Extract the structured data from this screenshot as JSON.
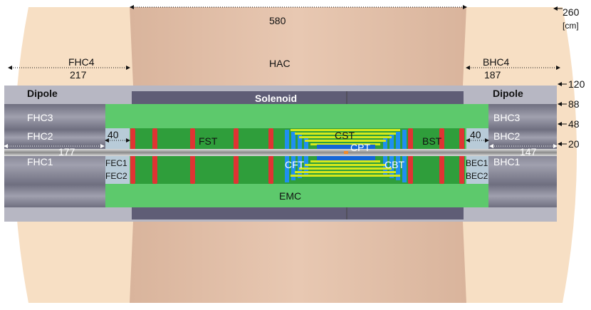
{
  "labels": {
    "hac": "HAC",
    "fhc4": "FHC4",
    "bhc4": "BHC4",
    "fhc3": "FHC3",
    "fhc2": "FHC2",
    "fhc1": "FHC1",
    "bhc3": "BHC3",
    "bhc2": "BHC2",
    "bhc1": "BHC1",
    "dipole_left": "Dipole",
    "dipole_right": "Dipole",
    "solenoid": "Solenoid",
    "emc": "EMC",
    "fst": "FST",
    "bst": "BST",
    "cst": "CST",
    "cpt": "CPT",
    "cft": "CFT",
    "cbt": "CBT",
    "fec1": "FEC1",
    "fec2": "FEC2",
    "bec1": "BEC1",
    "bec2": "BEC2"
  },
  "dimensions": {
    "total_length": "580",
    "fhc4_length": "217",
    "bhc4_length": "187",
    "fhc1_length": "177",
    "bhc1_length": "147",
    "fec_length": "40",
    "bec_length": "40",
    "unit": "[cm]",
    "radii": [
      "260",
      "120",
      "88",
      "48",
      "20"
    ]
  },
  "colors": {
    "hac": "#e6c2ab",
    "outer_halo": "#f6dcc0",
    "hcal_gray": "#7d7d8c",
    "dipole_gray": "#b9b9c4",
    "solenoid_dark": "#5d5b74",
    "emc_green": "#5fcc6f",
    "inner_green": "#2e9f3a",
    "red_disk": "#e03030",
    "blue_disk": "#2196f3",
    "yellow_layer": "#d9ea1e",
    "cpt_blue": "#1565d8",
    "beam_pipe": "#b0b0b0"
  }
}
